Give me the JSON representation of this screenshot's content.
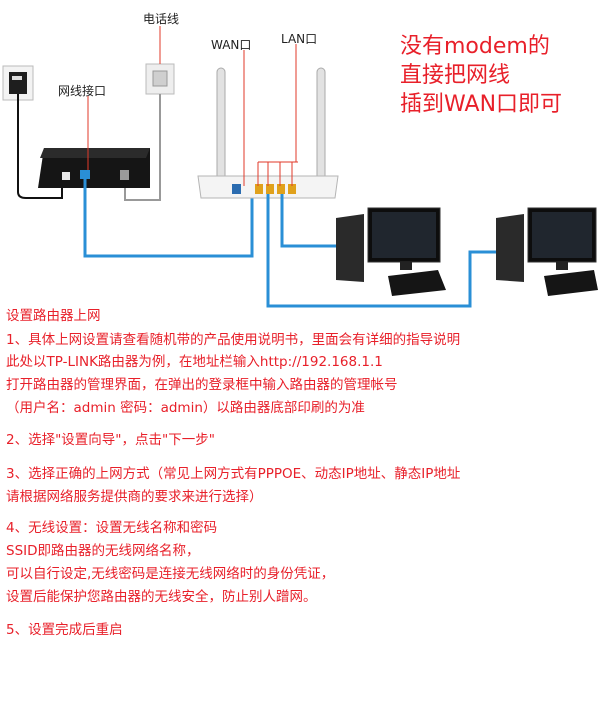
{
  "labels": {
    "phone_line": "电话线",
    "network_port": "网线接口",
    "wan_port": "WAN口",
    "lan_port": "LAN口"
  },
  "callout": [
    "没有modem的",
    "直接把网线",
    "插到WAN口即可"
  ],
  "colors": {
    "text_red": "#e8202a",
    "cable_blue": "#2a8fd6",
    "leader_red": "#e23a2a"
  },
  "instructions": {
    "heading": "设置路由器上网",
    "step1": [
      "1、具体上网设置请查看随机带的产品使用说明书，里面会有详细的指导说明",
      " 此处以TP-LINK路由器为例，在地址栏输入http://192.168.1.1",
      "打开路由器的管理界面，在弹出的登录框中输入路由器的管理帐号",
      "（用户名：admin 密码：admin）以路由器底部印刷的为准"
    ],
    "step2": "2、选择\"设置向导\"，点击\"下一步\"",
    "step3": [
      "3、选择正确的上网方式（常见上网方式有PPPOE、动态IP地址、静态IP地址",
      "请根据网络服务提供商的要求来进行选择）"
    ],
    "step4": [
      "4、无线设置：设置无线名称和密码",
      "SSID即路由器的无线网络名称，",
      "可以自行设定,无线密码是连接无线网络时的身份凭证，",
      "设置后能保护您路由器的无线安全，防止别人蹭网。"
    ],
    "step5": "5、设置完成后重启"
  }
}
